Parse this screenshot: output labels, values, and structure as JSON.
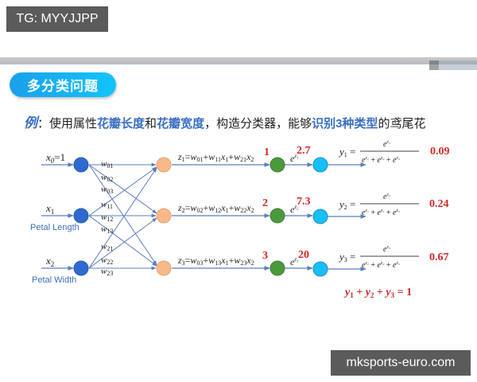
{
  "watermarks": {
    "top": "TG: MYYJJPP",
    "bottom": "mksports-euro.com"
  },
  "slide": {
    "title": "多分类问题",
    "subtitle": {
      "prefix": "例",
      "colon": "：",
      "parts": [
        {
          "text": "使用属性",
          "highlight": false
        },
        {
          "text": "花瓣长度",
          "highlight": true
        },
        {
          "text": "和",
          "highlight": false
        },
        {
          "text": "花瓣宽度",
          "highlight": true
        },
        {
          "text": "，构造分类器，能够",
          "highlight": false
        },
        {
          "text": "识别3种类型",
          "highlight": true
        },
        {
          "text": "的鸢尾花",
          "highlight": false
        }
      ]
    }
  },
  "diagram": {
    "colors": {
      "input_node": "#2f6ad0",
      "hidden_node": "#f8b98a",
      "exp_node": "#4a9a3c",
      "output_node": "#19c0f5",
      "edge": "#5b7dc0",
      "red_value": "#d02828",
      "label_blue": "#3b6fc2"
    },
    "inputs": [
      {
        "label": "x0=1",
        "sub": "",
        "caption": ""
      },
      {
        "label": "x1",
        "sub": "",
        "caption": "Petal Length"
      },
      {
        "label": "x2",
        "sub": "",
        "caption": "Petal Width"
      }
    ],
    "weights": [
      "w01",
      "w02",
      "w03",
      "w11",
      "w12",
      "w13",
      "w21",
      "w22",
      "w23"
    ],
    "z_equations": [
      "z1=w01+w11x1+w21x2",
      "z2=w02+w12x1+w22x2",
      "z3=w03+w13x1+w23x2"
    ],
    "z_values": [
      "1",
      "2",
      "3"
    ],
    "exp_labels": [
      "e^z1",
      "e^z2",
      "e^z3"
    ],
    "exp_values": [
      "2.7",
      "7.3",
      "20"
    ],
    "outputs": [
      {
        "y": "y1",
        "numerator": "e^z1",
        "denominator": "e^z1 + e^z2 + e^z3",
        "value": "0.09"
      },
      {
        "y": "y2",
        "numerator": "e^z2",
        "denominator": "e^z1 + e^z2 + e^z3",
        "value": "0.24"
      },
      {
        "y": "y3",
        "numerator": "e^z3",
        "denominator": "e^z1 + e^z2 + e^z3",
        "value": "0.67"
      }
    ],
    "sum_equation": "y1 + y2 + y3 = 1"
  }
}
